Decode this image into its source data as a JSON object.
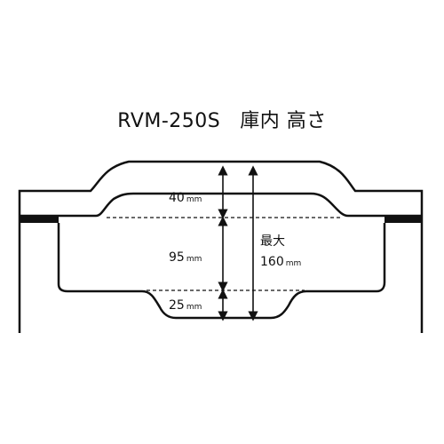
{
  "title": {
    "model": "RVM-250S",
    "caption": "庫内 高さ"
  },
  "dimensions": {
    "top": {
      "value": "40",
      "unit": "mm"
    },
    "middle": {
      "value": "95",
      "unit": "mm"
    },
    "bottom": {
      "value": "25",
      "unit": "mm"
    },
    "max": {
      "label": "最大",
      "value": "160",
      "unit": "mm"
    }
  }
}
